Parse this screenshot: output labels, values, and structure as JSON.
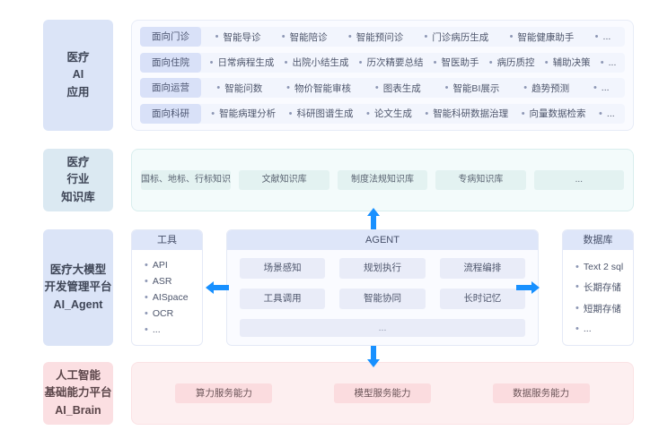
{
  "sections": {
    "apps": {
      "label": "医疗\nAI\n应用",
      "rows": [
        {
          "category": "面向门诊",
          "items": [
            "智能导诊",
            "智能陪诊",
            "智能预问诊",
            "门诊病历生成",
            "智能健康助手",
            "..."
          ]
        },
        {
          "category": "面向住院",
          "items": [
            "日常病程生成",
            "出院小结生成",
            "历次精要总结",
            "智医助手",
            "病历质控",
            "辅助决策",
            "..."
          ]
        },
        {
          "category": "面向运营",
          "items": [
            "智能问数",
            "物价智能审核",
            "图表生成",
            "智能BI展示",
            "趋势预测",
            "..."
          ]
        },
        {
          "category": "面向科研",
          "items": [
            "智能病理分析",
            "科研图谱生成",
            "论文生成",
            "智能科研数据治理",
            "向量数据检索",
            "..."
          ]
        }
      ]
    },
    "knowledge_base": {
      "label": "医疗\n行业\n知识库",
      "items": [
        "国标、地标、行标知识库",
        "文献知识库",
        "制度法规知识库",
        "专病知识库",
        "..."
      ]
    },
    "agent": {
      "label": "医疗大模型\n开发管理平台\nAI_Agent",
      "tools": {
        "title": "工具",
        "items": [
          "API",
          "ASR",
          "AISpace",
          "OCR",
          "..."
        ]
      },
      "center": {
        "title": "AGENT",
        "cells": [
          "场景感知",
          "规划执行",
          "流程编排",
          "工具调用",
          "智能协同",
          "长时记忆"
        ],
        "more": "..."
      },
      "database": {
        "title": "数据库",
        "items": [
          "Text 2 sql",
          "长期存储",
          "短期存储",
          "..."
        ]
      }
    },
    "brain": {
      "label": "人工智能\n基础能力平台\nAI_Brain",
      "items": [
        "算力服务能力",
        "模型服务能力",
        "数据服务能力"
      ]
    }
  },
  "arrows": {
    "up_kb_to_agent": "arrow-up",
    "down_agent_to_brain": "arrow-down",
    "left_agent_to_tools": "arrow-left",
    "right_agent_to_database": "arrow-right"
  },
  "colors": {
    "label_blue": "#dbe4f7",
    "label_cyan": "#dbe9f2",
    "label_pink": "#fbdfe2",
    "chip_blue": "#e9ecf8",
    "chip_cyan": "#e3f2f1",
    "chip_pink": "#fbdcdf",
    "arrow_blue": "#1890ff",
    "app_row_bg": "#f2f5fd",
    "app_cat_bg": "#d9e1f8"
  }
}
